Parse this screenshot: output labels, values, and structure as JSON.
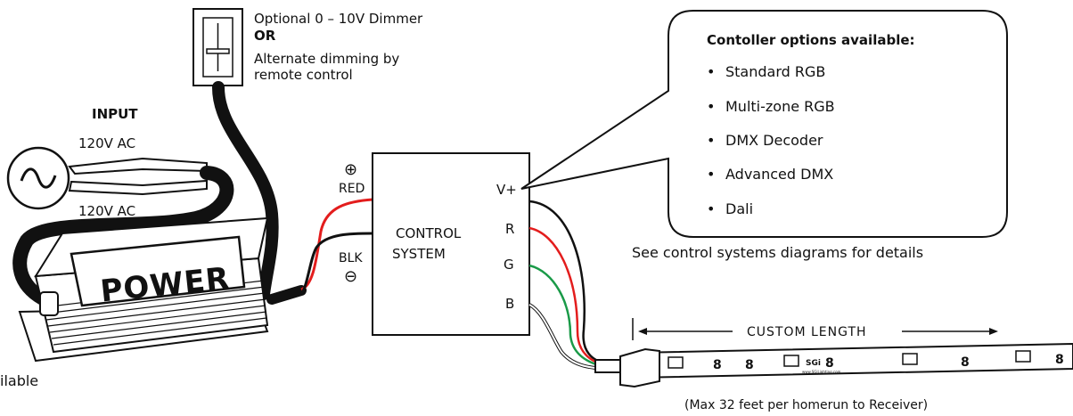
{
  "dimmer": {
    "line1": "Optional 0 – 10V Dimmer",
    "line2": "OR",
    "line3": "Alternate dimming by",
    "line4": "remote control"
  },
  "input": {
    "title": "INPUT",
    "top_voltage": "120V AC",
    "bottom_voltage": "120V AC"
  },
  "power": {
    "label": "POWER"
  },
  "partial_left_text": "ilable",
  "control": {
    "line1": "CONTROL",
    "line2": "SYSTEM",
    "pos_symbol": "⊕",
    "neg_symbol": "⊖",
    "red_label": "RED",
    "blk_label": "BLK",
    "terminals": [
      "V+",
      "R",
      "G",
      "B"
    ]
  },
  "callout": {
    "title": "Contoller options available:",
    "items": [
      "Standard RGB",
      "Multi-zone RGB",
      "DMX Decoder",
      "Advanced DMX",
      "Dali"
    ]
  },
  "see_note": "See control systems diagrams for details",
  "strip": {
    "length_label": "CUSTOM LENGTH",
    "logo_text": "SGi",
    "website": "www.SGiLighting.com",
    "max_note": "(Max 32 feet per homerun to Receiver)"
  },
  "colors": {
    "red_wire": "#e31d1d",
    "green_wire": "#1a9a48",
    "black_wire": "#111111"
  }
}
